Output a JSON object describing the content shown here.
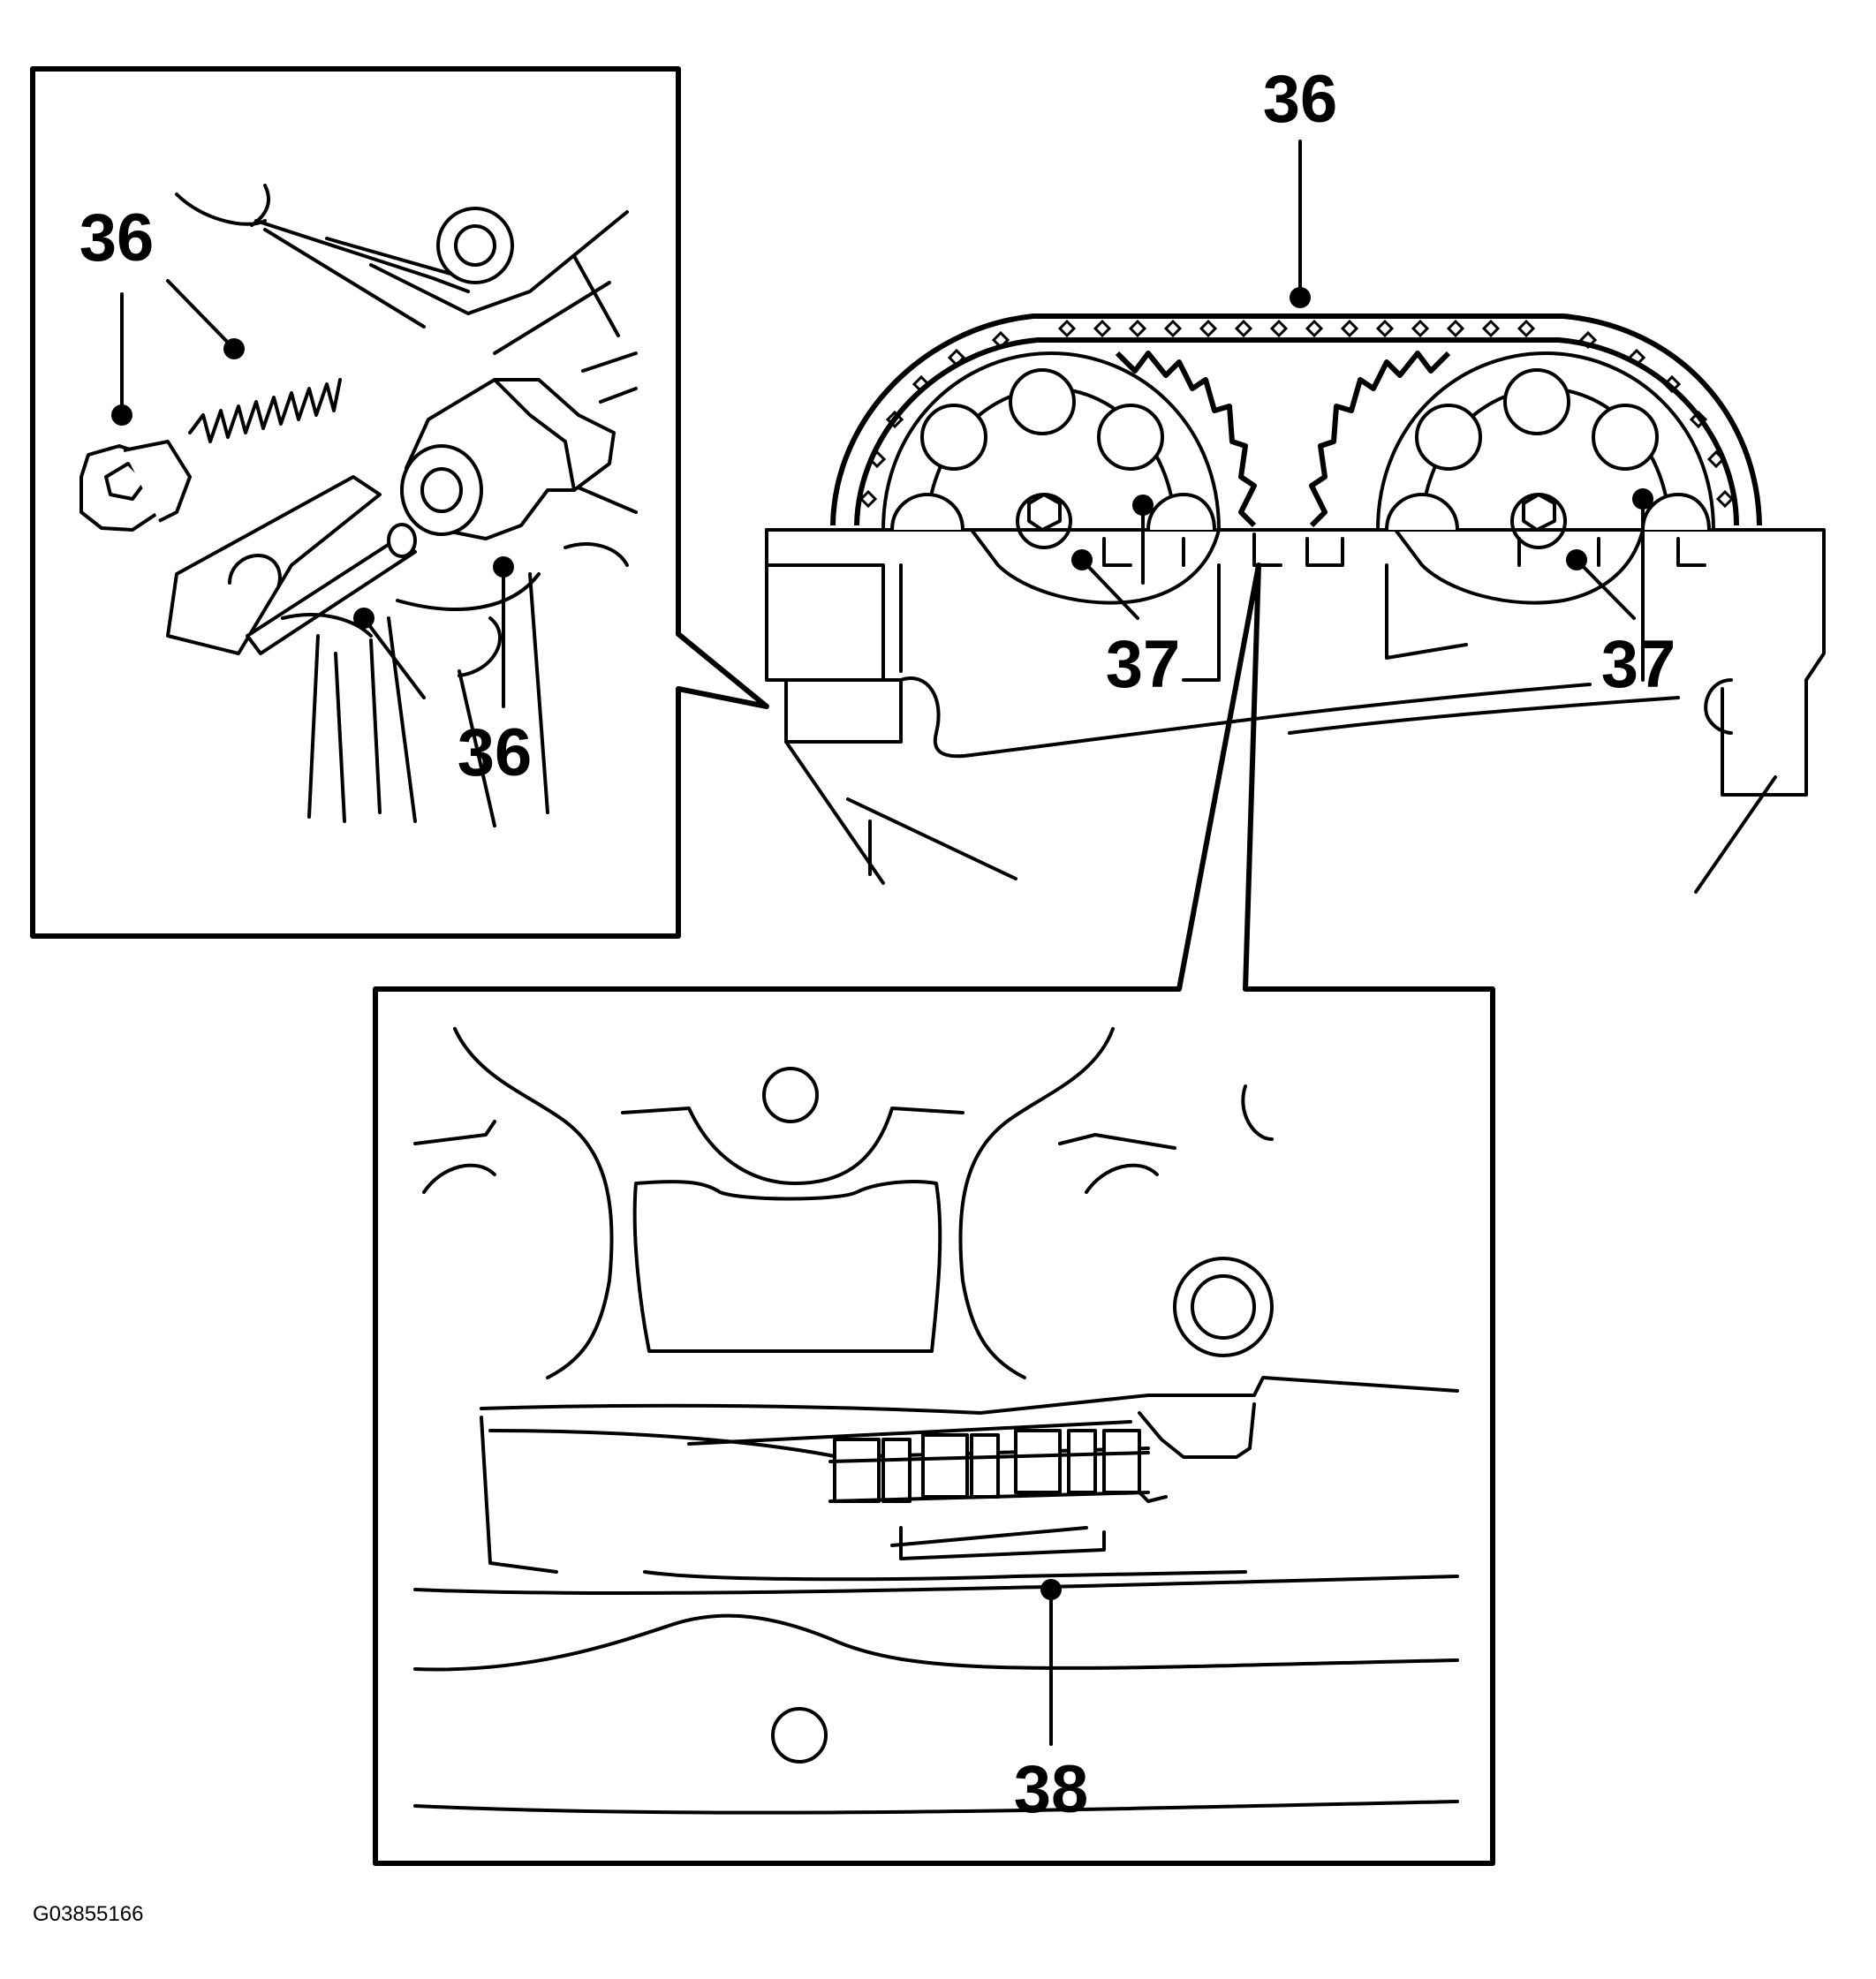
{
  "labels": {
    "top_chain": "36",
    "inset_tensioner_plug": "36",
    "inset_tensioner_lower": "36",
    "left_cam_bolt": "37",
    "right_cam_bolt": "37",
    "chain_guide": "38"
  },
  "figure_id": "G03855166",
  "colors": {
    "line": "#000000",
    "background": "#ffffff"
  }
}
